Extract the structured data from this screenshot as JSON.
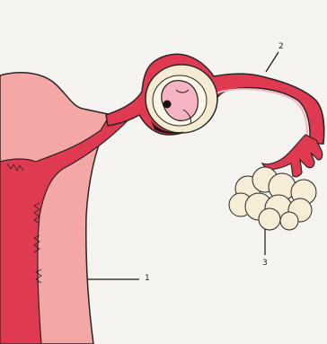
{
  "labels": {
    "one": "1",
    "two": "2",
    "three": "3"
  },
  "colors": {
    "background": "#f5f4f1",
    "uterus_wall": "#f4a7a5",
    "tissue_red": "#e03a52",
    "embryo_pink": "#f6b3c1",
    "sac_cream": "#f3ecd2",
    "ovary_cream": "#f7ecd6",
    "outline": "#2a2424"
  }
}
